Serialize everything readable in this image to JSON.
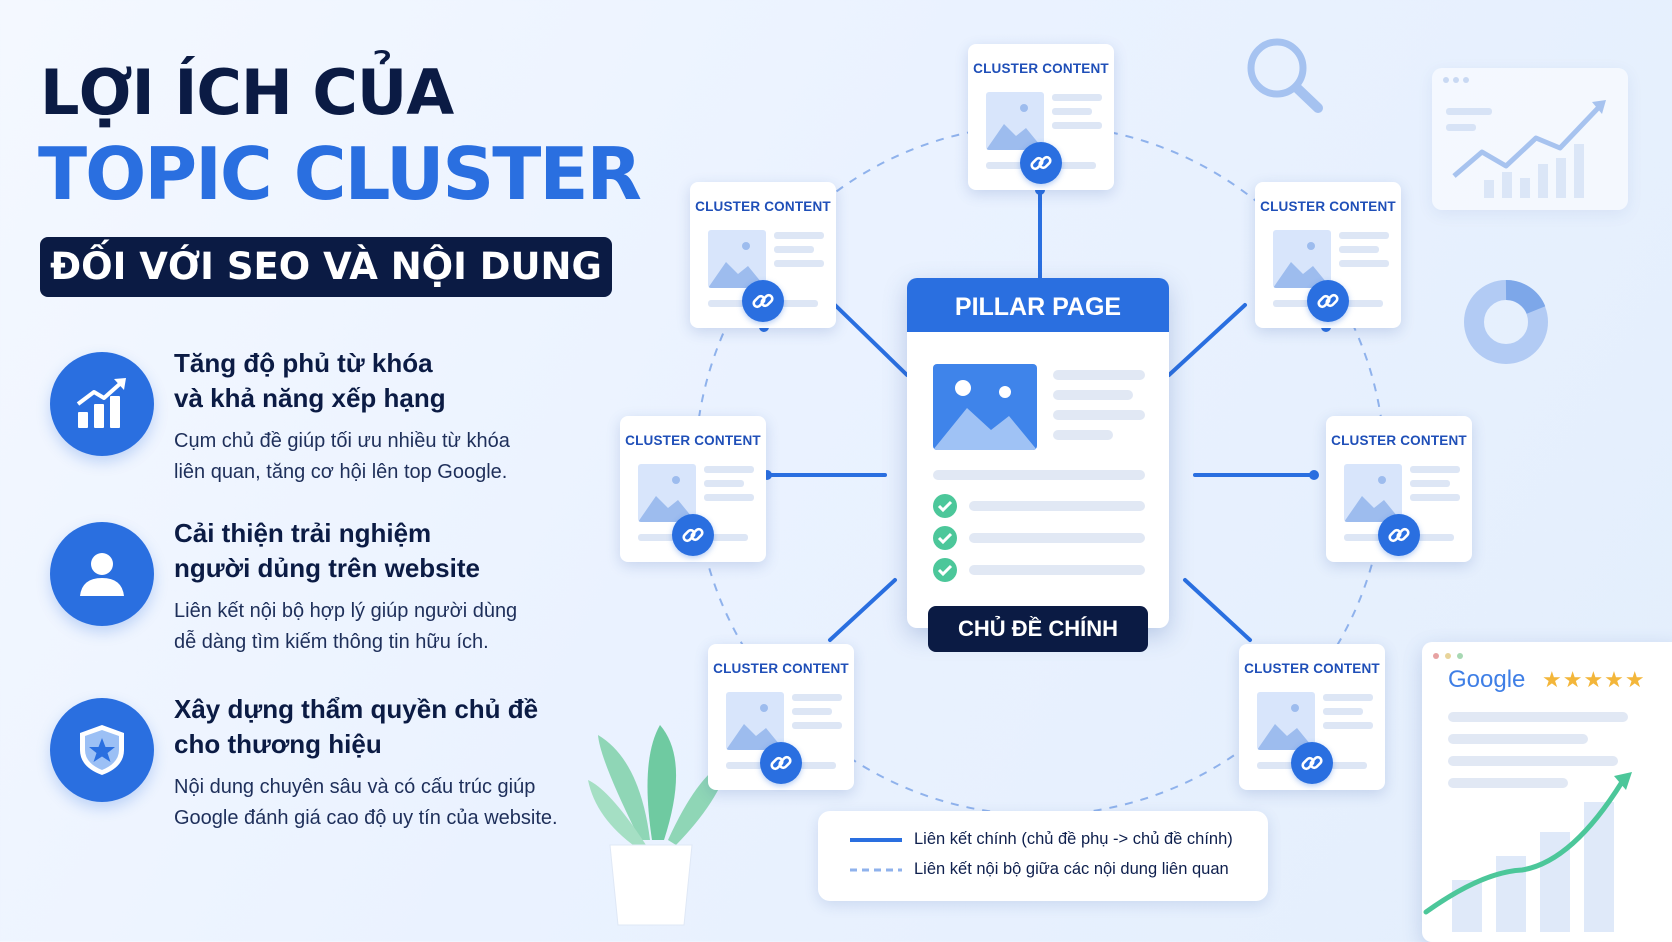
{
  "title": {
    "line1": "LỢI ÍCH CỦA",
    "line2": "TOPIC CLUSTER",
    "line3": "ĐỐI VỚI SEO VÀ NỘI DUNG"
  },
  "benefits": [
    {
      "icon": "chart-growth-icon",
      "title": "Tăng độ phủ từ khóa\nvà khả năng xếp hạng",
      "desc": "Cụm chủ đề giúp tối ưu nhiều từ khóa\nliên quan, tăng cơ hội lên top Google."
    },
    {
      "icon": "user-icon",
      "title": "Cải thiện trải nghiệm\nngười dủng trên website",
      "desc": "Liên kết nội bộ hợp lý giúp người dùng\ndễ dàng tìm kiếm thông tin hữu ích."
    },
    {
      "icon": "shield-star-icon",
      "title": "Xây dựng thẩm quyền chủ đề\ncho thương hiệu",
      "desc": "Nội dung chuyên sâu và có cấu trúc giúp\nGoogle đánh giá cao độ uy tín của website."
    }
  ],
  "diagram": {
    "pillar_title": "PILLAR PAGE",
    "pillar_footer": "CHỦ ĐỀ CHÍNH",
    "cluster_label": "CLUSTER CONTENT",
    "clusters": [
      "top",
      "top-left",
      "top-right",
      "left",
      "right",
      "bottom-left",
      "bottom-right"
    ]
  },
  "legend": {
    "solid": "Liên kết chính (chủ đề phụ -> chủ đề chính)",
    "dashed": "Liên kết nội bộ giữa các nội dung liên quan"
  },
  "google_card": {
    "brand": "Google",
    "rating": "★★★★★"
  },
  "colors": {
    "primary": "#2a6fe0",
    "navy": "#0b1b44",
    "check": "#4cc79a",
    "trend": "#4cc79a"
  }
}
